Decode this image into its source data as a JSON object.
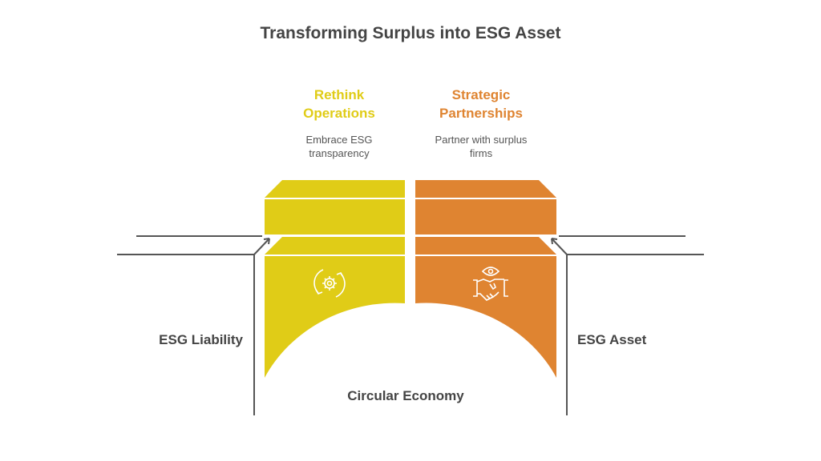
{
  "title": "Transforming Surplus into ESG Asset",
  "colors": {
    "yellow": "#e0cc17",
    "orange": "#df8431",
    "line": "#555555",
    "text": "#444444"
  },
  "steps": [
    {
      "title_line1": "Rethink",
      "title_line2": "Operations",
      "desc_line1": "Embrace ESG",
      "desc_line2": "transparency",
      "icon": "gear-cycle-icon"
    },
    {
      "title_line1": "Strategic",
      "title_line2": "Partnerships",
      "desc_line1": "Partner with surplus",
      "desc_line2": "firms",
      "icon": "handshake-eye-icon"
    }
  ],
  "left_label": "ESG Liability",
  "right_label": "ESG Asset",
  "bottom_label": "Circular Economy"
}
